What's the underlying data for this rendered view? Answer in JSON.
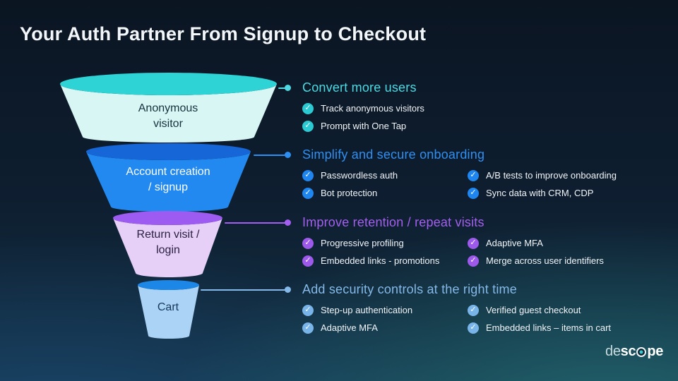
{
  "title": "Your Auth Partner From Signup to Checkout",
  "icons": {
    "check": "✓"
  },
  "funnel": {
    "stages": [
      {
        "label": "Anonymous\nvisitor",
        "top_color": "#2ed3d6",
        "body_color": "#d8f6f4",
        "text_color": "#14323d"
      },
      {
        "label": "Account creation\n/ signup",
        "top_color": "#1766d8",
        "body_color": "#2189f0",
        "text_color": "#ffffff"
      },
      {
        "label": "Return visit /\nlogin",
        "top_color": "#9e5bf2",
        "body_color": "#e6d0f7",
        "text_color": "#2b2142"
      },
      {
        "label": "Cart",
        "top_color": "#1d87e8",
        "body_color": "#abd3f5",
        "text_color": "#16395a"
      }
    ]
  },
  "sections": [
    {
      "header": "Convert more users",
      "accent": "#4fd9e2",
      "icon_color": "#2bc9d2",
      "col1": [
        "Track anonymous visitors",
        "Prompt with One Tap"
      ],
      "col2": []
    },
    {
      "header": "Simplify and secure onboarding",
      "accent": "#2e8ff2",
      "icon_color": "#1f86f0",
      "col1": [
        "Passwordless auth",
        "Bot protection"
      ],
      "col2": [
        "A/B tests to improve onboarding",
        "Sync data with CRM, CDP"
      ]
    },
    {
      "header": "Improve retention / repeat visits",
      "accent": "#a55ff0",
      "icon_color": "#9c59ea",
      "col1": [
        "Progressive profiling",
        "Embedded links - promotions"
      ],
      "col2": [
        "Adaptive MFA",
        "Merge across user identifiers"
      ]
    },
    {
      "header": "Add security controls at the right time",
      "accent": "#84b9e9",
      "icon_color": "#79b4e8",
      "col1": [
        "Step-up authentication",
        "Adaptive MFA"
      ],
      "col2": [
        "Verified guest checkout",
        "Embedded links – items in cart"
      ]
    }
  ],
  "logo": {
    "prefix": "de",
    "mid": "sc",
    "suffix": "pe",
    "dot_color": "#35c8d2"
  }
}
